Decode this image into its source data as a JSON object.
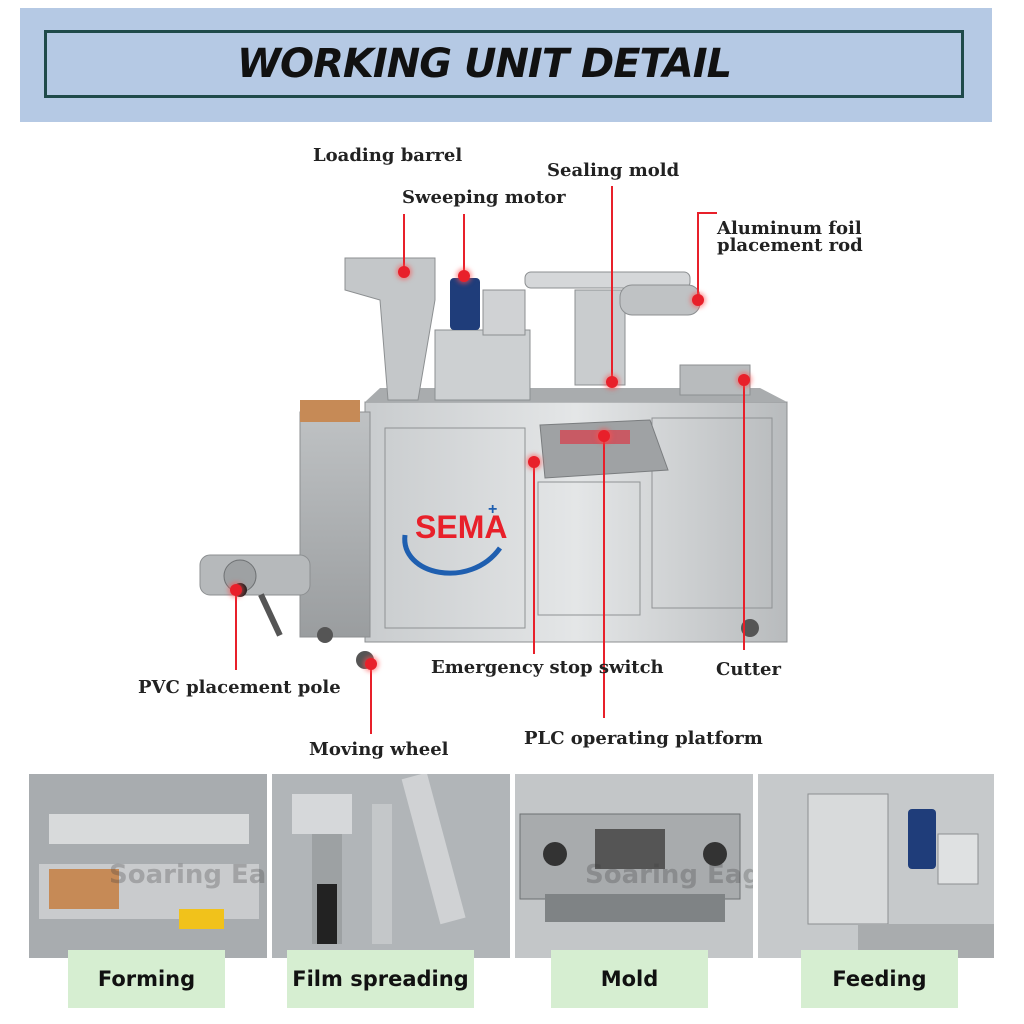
{
  "header": {
    "title": "WORKING UNIT DETAIL"
  },
  "machine": {
    "brand": "SEMA",
    "brand_sup": "+"
  },
  "labels": {
    "loading_barrel": "Loading barrel",
    "sweeping_motor": "Sweeping motor",
    "sealing_mold": "Sealing mold",
    "aluminum_foil_line1": "Aluminum foil",
    "aluminum_foil_line2": "placement rod",
    "pvc_pole": "PVC placement pole",
    "emergency_stop": "Emergency stop switch",
    "cutter": "Cutter",
    "moving_wheel": "Moving wheel",
    "plc_platform": "PLC operating platform"
  },
  "watermark": "Soaring Eagle Machinery",
  "panels": [
    {
      "caption": "Forming"
    },
    {
      "caption": "Film spreading"
    },
    {
      "caption": "Mold"
    },
    {
      "caption": "Feeding"
    }
  ],
  "colors": {
    "accent_red": "#e8202a",
    "banner": "#b5c9e4",
    "caption_bg": "#d6eed1",
    "brand_blue": "#1f5fb0"
  }
}
